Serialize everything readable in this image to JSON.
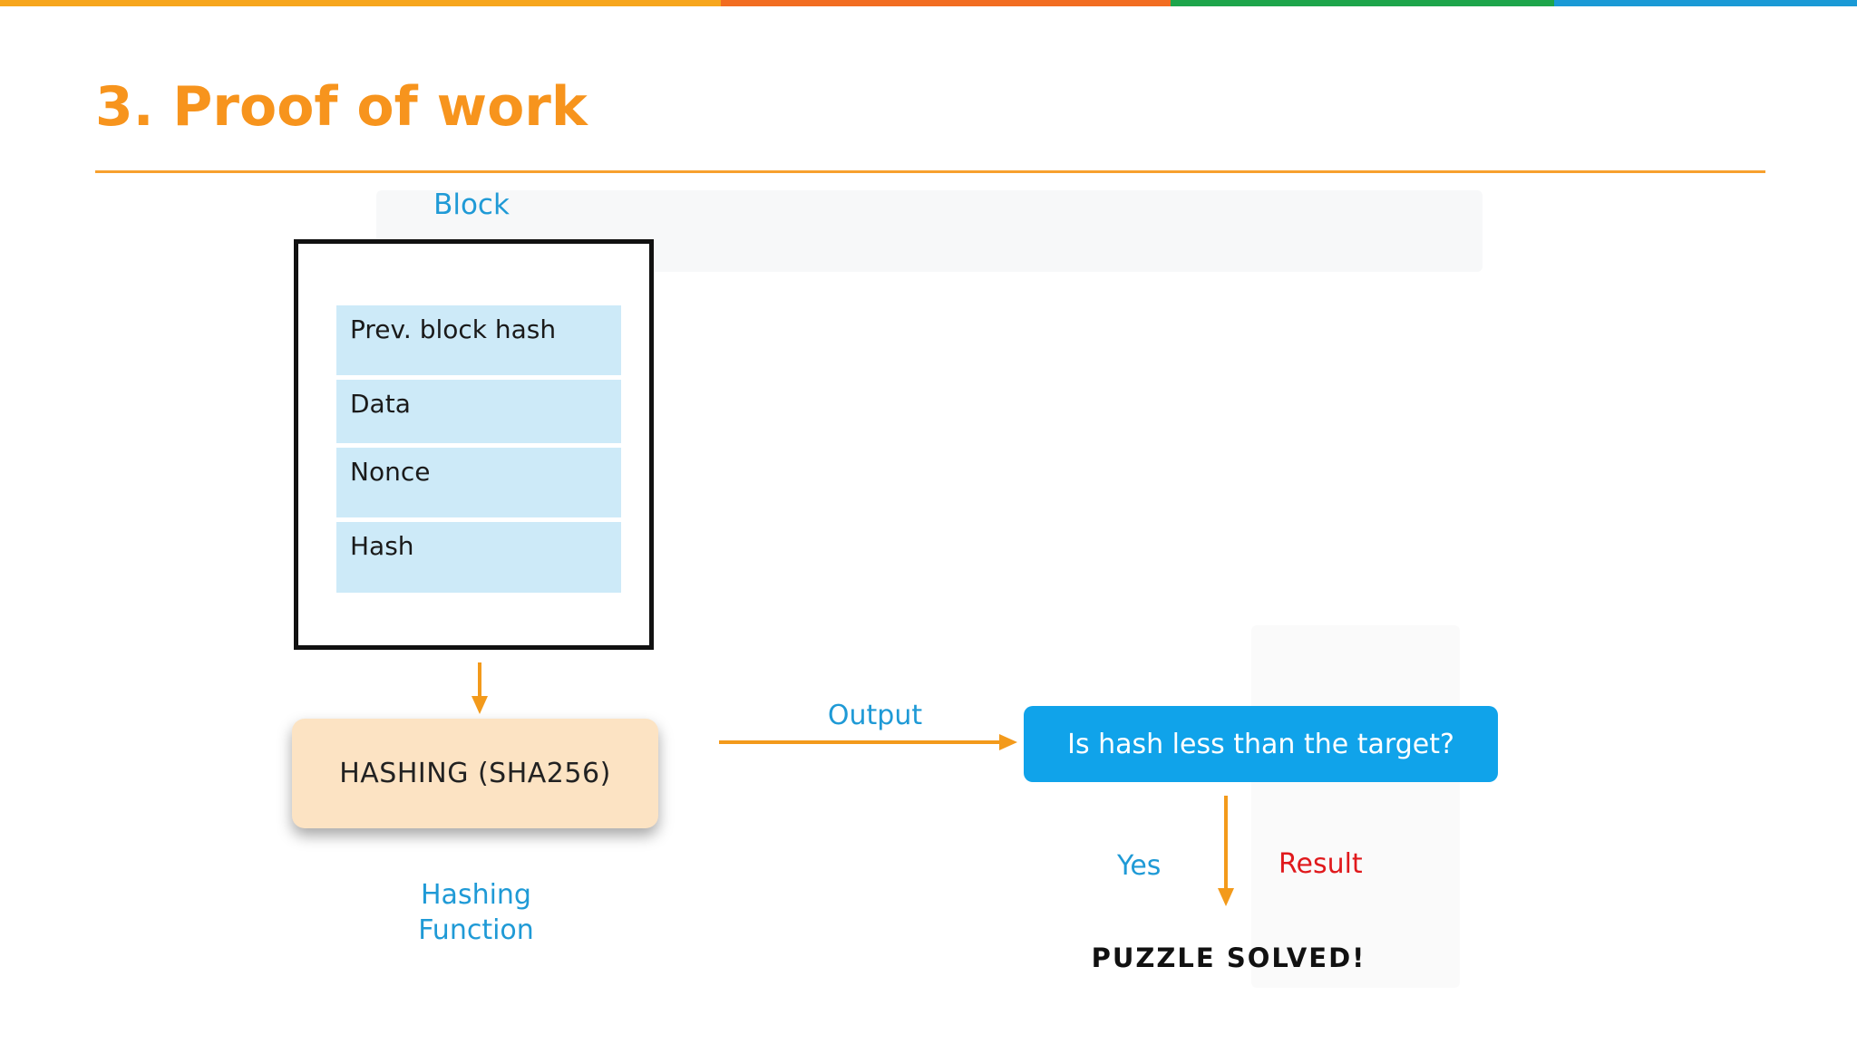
{
  "colors": {
    "top_bar": [
      "#f7a61d",
      "#f26d21",
      "#1ea54b",
      "#1a9ad6"
    ],
    "title": "#f7941d",
    "accent_label": "#1f9ad6",
    "field_fill": "#cdeaf8",
    "hashing_fill": "#fce3c3",
    "question_fill": "#10a3ea",
    "result": "#e0191c",
    "arrow": "#f39a1b"
  },
  "slide": {
    "title": "3. Proof of work"
  },
  "diagram": {
    "block_label": "Block",
    "block_fields": [
      "Prev. block hash",
      "Data",
      "Nonce",
      "Hash"
    ],
    "hashing_box": "HASHING (SHA256)",
    "hashing_caption": "Hashing Function",
    "output_label": "Output",
    "question": "Is hash less than the target?",
    "yes_label": "Yes",
    "result_label": "Result",
    "solved": "PUZZLE SOLVED!"
  }
}
